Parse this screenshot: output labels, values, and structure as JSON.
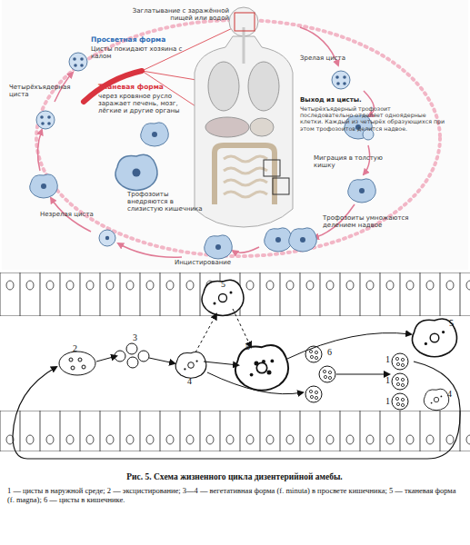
{
  "diagram": {
    "caption": "Рис. 5. Схема жизненного цикла дизентерийной амебы.",
    "labels": [
      "Заглатывание с заражённой пищей или водой",
      "Зрелая циста",
      "Выход из цисты.",
      "Четырёхъядерный трофозоит последовательно отделяет одноядерные клетки. Каждый из четырёх образующихся при этом трофозоитов делится надвое.",
      "Миграция в толстую кишку",
      "Трофозоиты умножаются делением надвое",
      "Инцистирование",
      "Незрелая циста",
      "Трофозоиты внедряются в слизистую кишечника",
      "Тканевая форма",
      "через кровяное русло заражает печень, мозг, лёгкие и другие органы",
      "Четырёхъядерная циста",
      "Просветная форма",
      "Цисты покидают хозяина с калом",
      "5",
      "3",
      "2",
      "4",
      "5",
      "6",
      "5",
      "1",
      "1",
      "1",
      "4",
      "1 — цисты в наружной среде; 2 — эксцистирование; 3—4 — вегетативная форма (f. minuta) в просвете кишечника; 5 — тканевая форма (f. magna); 6 — цисты в кишечнике."
    ]
  }
}
